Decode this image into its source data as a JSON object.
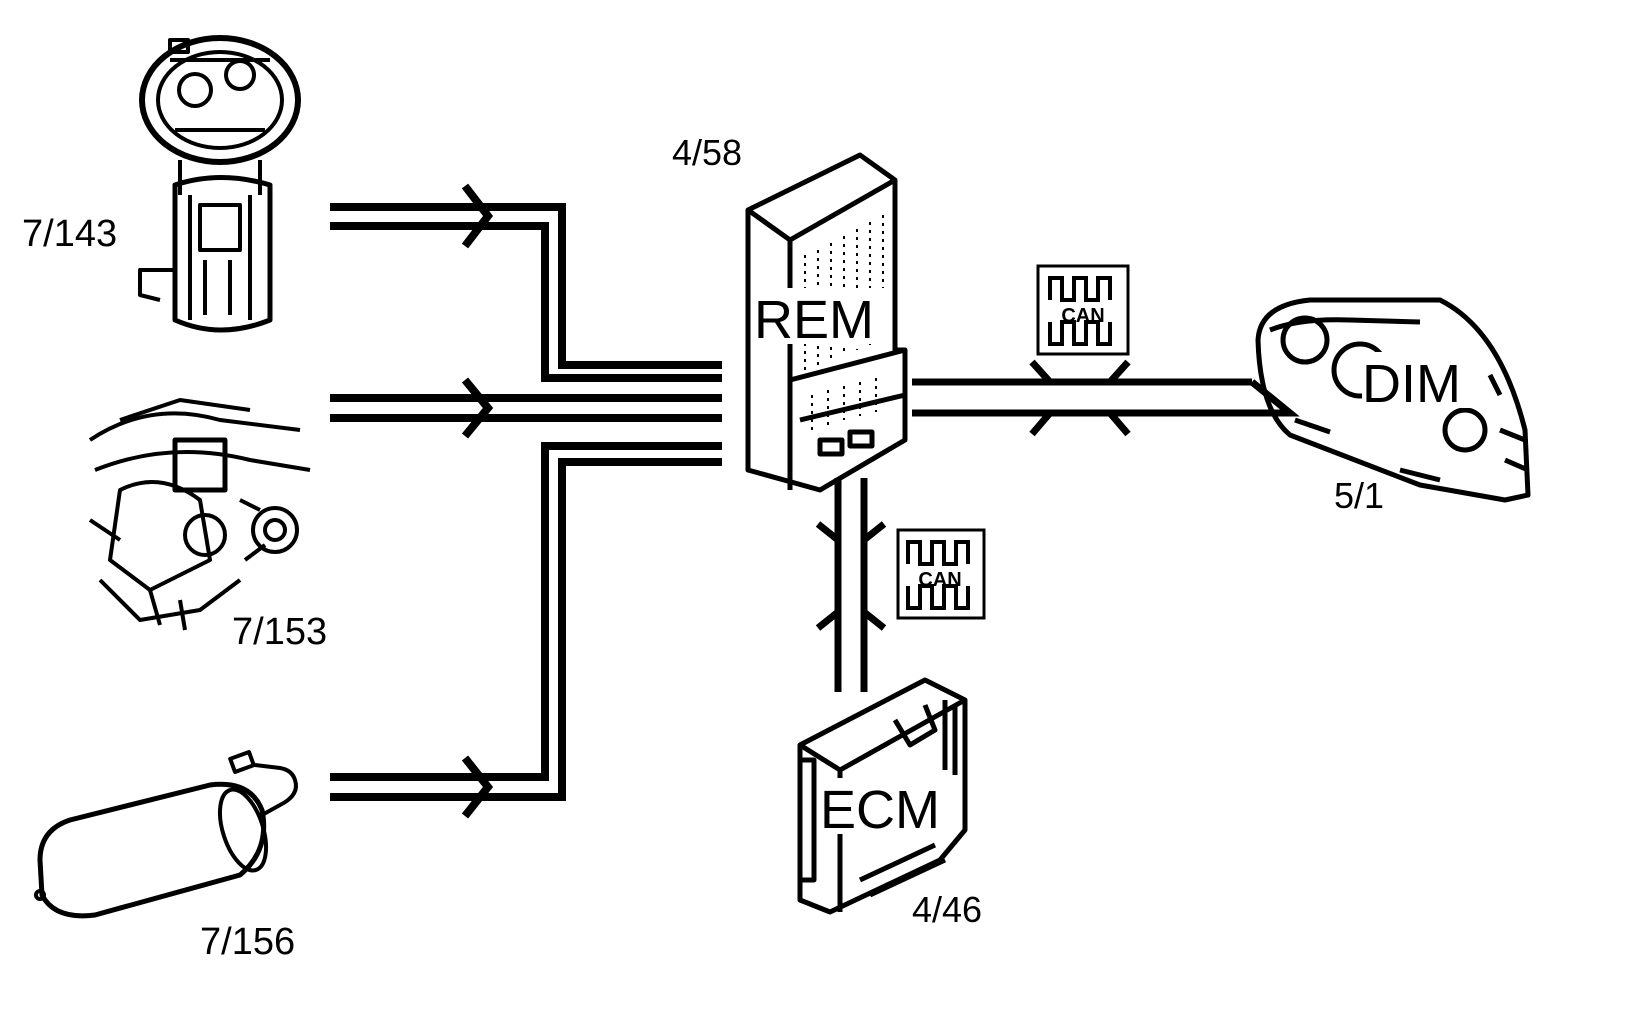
{
  "components": {
    "fuel_pump": {
      "label": "7/143"
    },
    "sensor_valve": {
      "label": "7/153"
    },
    "canister": {
      "label": "7/156"
    },
    "rem": {
      "label": "4/58",
      "name": "REM"
    },
    "dim": {
      "label": "5/1",
      "name": "DIM"
    },
    "ecm": {
      "label": "4/46",
      "name": "ECM"
    }
  },
  "bus": {
    "can_badge_text": "CAN"
  },
  "colors": {
    "ink": "#000000",
    "paper": "#ffffff"
  }
}
